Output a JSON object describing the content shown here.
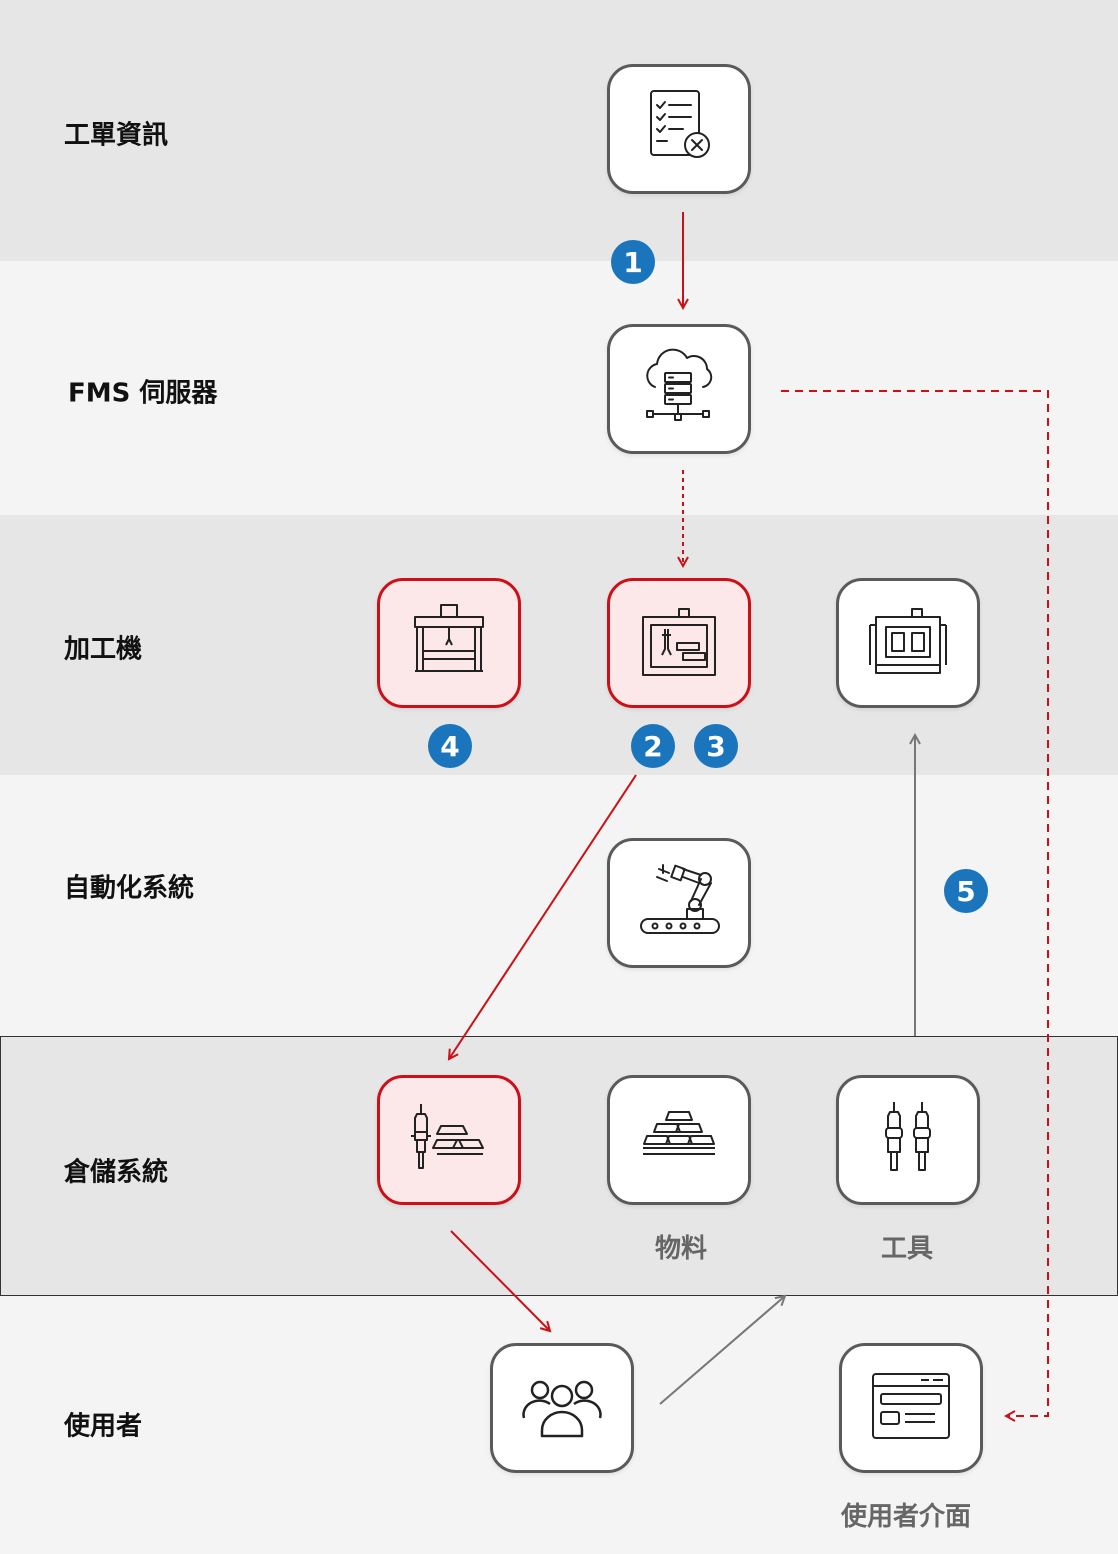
{
  "rows": {
    "work_order": "工單資訊",
    "fms_server": "FMS 伺服器",
    "machine": "加工機",
    "automation": "自動化系統",
    "storage": "倉儲系統",
    "user": "使用者"
  },
  "badges": [
    "1",
    "2",
    "3",
    "4",
    "5"
  ],
  "captions": {
    "material": "物料",
    "tool": "工具",
    "user_interface": "使用者介面"
  },
  "colors": {
    "accent_red": "#cc1018",
    "badge_blue": "#1b75bc",
    "neutral_arrow": "#777777"
  },
  "icons": {
    "work_order": "checklist-cancel-icon",
    "fms_server": "cloud-server-icon",
    "machine_1": "gantry-machine-icon",
    "machine_2": "cnc-machine-icon",
    "machine_3": "machining-center-icon",
    "automation": "robot-arm-conveyor-icon",
    "storage_combo": "tool-and-material-icon",
    "storage_material": "material-bars-icon",
    "storage_tool": "tool-holders-icon",
    "user": "user-group-icon",
    "user_interface": "browser-window-icon"
  }
}
